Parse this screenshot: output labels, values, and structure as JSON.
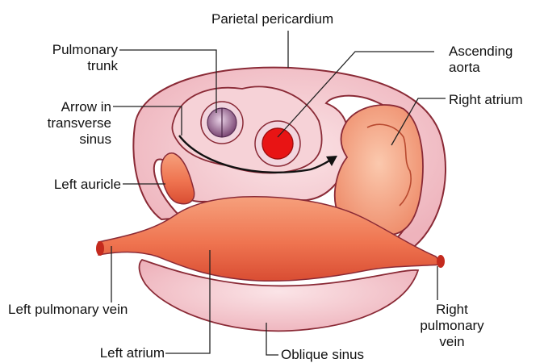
{
  "labels": {
    "parietal_pericardium": "Parietal pericardium",
    "pulmonary_trunk": [
      "Pulmonary",
      "trunk"
    ],
    "ascending_aorta": [
      "Ascending",
      "aorta"
    ],
    "arrow_transverse_sinus": [
      "Arrow in",
      "transverse",
      "sinus"
    ],
    "right_atrium": "Right atrium",
    "left_auricle": "Left auricle",
    "left_pulmonary_vein": "Left pulmonary vein",
    "right_pulmonary_vein": [
      "Right",
      "pulmonary",
      "vein"
    ],
    "left_atrium": "Left atrium",
    "oblique_sinus": "Oblique sinus"
  },
  "colors": {
    "pericardium_fill": "#f4c9cf",
    "pericardium_stroke": "#8a2a36",
    "vessel_fill": "#f07a55",
    "pulmonary_trunk": "#8e5a86",
    "aorta": "#e81414",
    "line": "#222222"
  }
}
